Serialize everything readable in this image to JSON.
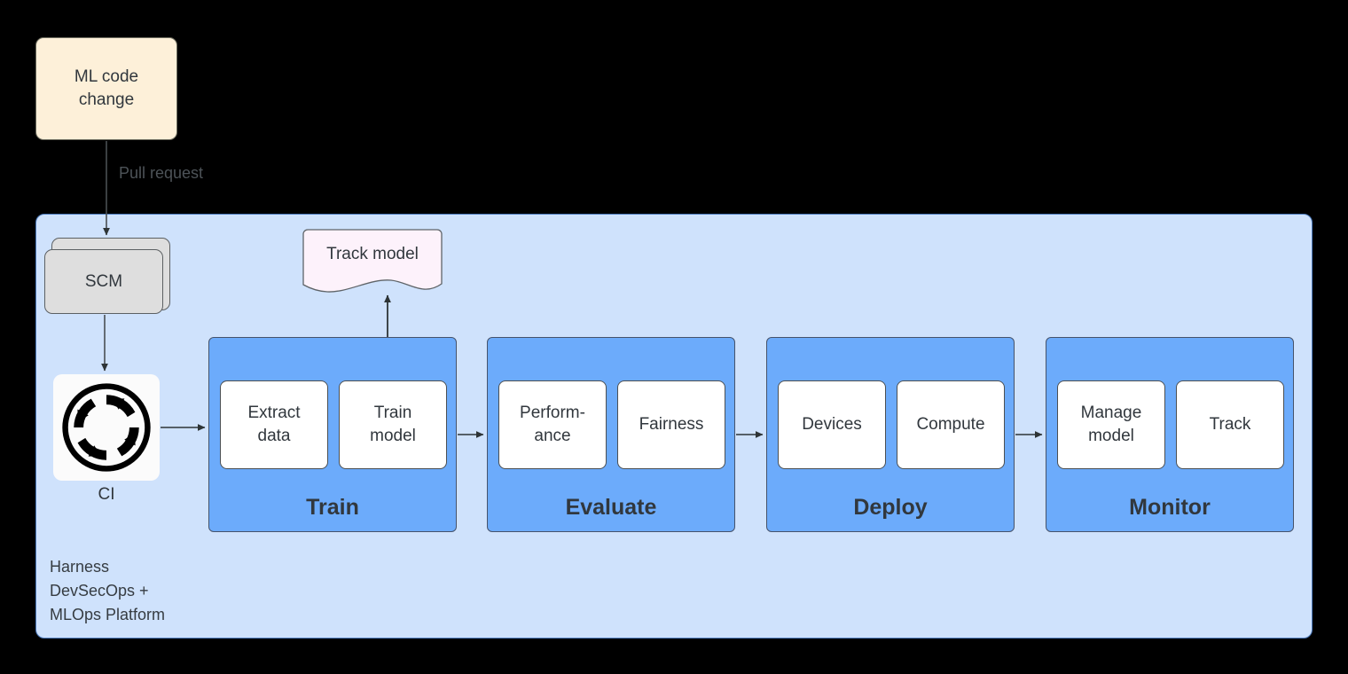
{
  "diagram": {
    "title": "Harness DevSecOps + MLOps Platform pipeline",
    "colors": {
      "background": "#000000",
      "platform_fill": "#cfe2fc",
      "platform_border": "#4d7bbd",
      "stage_fill": "#6cabfb",
      "task_fill": "#ffffff",
      "code_change_fill": "#fdf0d9",
      "scm_fill": "#dedede",
      "document_fill": "#fdf2fb",
      "text": "#31373d",
      "edge": "#2e3436"
    }
  },
  "code_change": {
    "label": "ML code\nchange",
    "icon": "rounded-rectangle"
  },
  "edges": {
    "pull_request_label": "Pull request"
  },
  "platform": {
    "caption": "Harness\nDevSecOps +\nMLOps Platform"
  },
  "scm": {
    "label": "SCM",
    "icon": "stacked-cards-icon"
  },
  "ci": {
    "label": "CI",
    "icon": "continuous-integration-cycle-icon"
  },
  "track_model": {
    "label": "Track model",
    "icon": "document-icon"
  },
  "stages": [
    {
      "id": "train",
      "title": "Train",
      "tasks": [
        {
          "label": "Extract\ndata"
        },
        {
          "label": "Train\nmodel"
        }
      ]
    },
    {
      "id": "evaluate",
      "title": "Evaluate",
      "tasks": [
        {
          "label": "Perform-\nance"
        },
        {
          "label": "Fairness"
        }
      ]
    },
    {
      "id": "deploy",
      "title": "Deploy",
      "tasks": [
        {
          "label": "Devices"
        },
        {
          "label": "Compute"
        }
      ]
    },
    {
      "id": "monitor",
      "title": "Monitor",
      "tasks": [
        {
          "label": "Manage\nmodel"
        },
        {
          "label": "Track"
        }
      ]
    }
  ]
}
